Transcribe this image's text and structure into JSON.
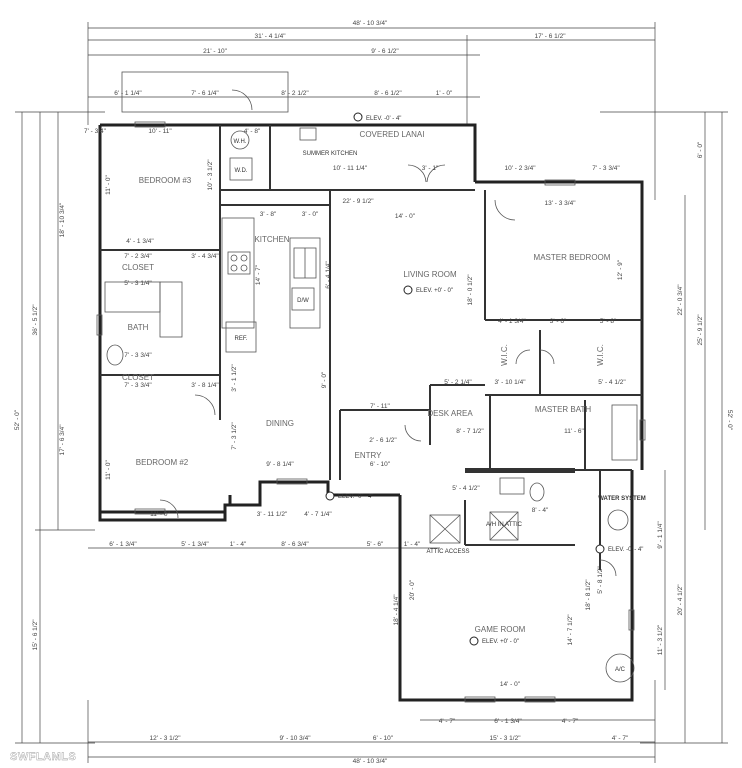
{
  "rooms": {
    "bedroom3": "BEDROOM #3",
    "closet": "CLOSET",
    "bath": "BATH",
    "closet2": "CLOSET",
    "bedroom2": "BEDROOM #2",
    "kitchen": "KITCHEN",
    "dining": "DINING",
    "living": "LIVING ROOM",
    "master_bed": "MASTER BEDROOM",
    "wic1": "W.I.C.",
    "wic2": "W.I.C.",
    "master_bath": "MASTER BATH",
    "desk": "DESK AREA",
    "entry": "ENTRY",
    "covered_lanai": "COVERED LANAI",
    "summer_kitchen": "SUMMER KITCHEN",
    "game_room": "GAME ROOM",
    "water_system": "WATER SYSTEM",
    "ah": "A/H IN ATTIC",
    "attic_access": "ATTIC ACCESS",
    "ac": "A/C",
    "wh": "W.H.",
    "wd": "W.D.",
    "ref": "REF.",
    "dw": "D/W"
  },
  "elevations": {
    "lanai": "ELEV. -0' - 4\"",
    "living": "ELEV. +0' - 0\"",
    "entry": "ELEV. -0' - 4\"",
    "game_room": "ELEV. +0' - 0\"",
    "water": "ELEV. -0' - 4\""
  },
  "dims_top": {
    "overall": "48' - 10 3/4\"",
    "left": "31' - 4 1/4\"",
    "right": "17' - 6 1/2\"",
    "a": "21' - 10\"",
    "b": "9' - 6 1/2\"",
    "c": "6' - 1 1/4\"",
    "d": "7' - 6 1/4\"",
    "e": "8' - 2 1/2\"",
    "f": "8' - 6 1/2\"",
    "g": "1' - 0\""
  },
  "dims_bottom": {
    "overall": "48' - 10 3/4\"",
    "a": "12' - 3 1/2\"",
    "b": "9' - 10 3/4\"",
    "c": "6' - 10\"",
    "d": "15' - 3 1/2\"",
    "e": "4' - 7\"",
    "f": "4' - 7\"",
    "g": "6' - 1 3/4\"",
    "h": "4' - 7\"",
    "i": "6' - 1 3/4\"",
    "j": "5' - 1 3/4\"",
    "k": "1' - 4\"",
    "l": "8' - 6 3/4\"",
    "m": "5' - 6\"",
    "n": "1' - 4\""
  },
  "dims_left": {
    "overall": "52' - 0\"",
    "a": "36' - 5 1/2\"",
    "b": "15' - 6 1/2\"",
    "c": "18' - 10 3/4\"",
    "d": "17' - 6 3/4\""
  },
  "dims_right": {
    "overall": "52' - 0\"",
    "a": "22' - 0 3/4\"",
    "b": "25' - 9 1/2\"",
    "c": "20' - 4 1/2\"",
    "d": "11' - 3 1/2\"",
    "e": "9' - 1 1/4\"",
    "f": "6' - 0\""
  },
  "dims_inner": [
    "10' - 11\"",
    "7' - 3/4\"",
    "4' - 8\"",
    "10' - 11 1/4\"",
    "3' - 1\"",
    "10' - 2 3/4\"",
    "7' - 3 3/4\"",
    "22' - 9 1/2\"",
    "14' - 0\"",
    "13' - 3 3/4\"",
    "11' - 0\"",
    "10' - 3 1/2\"",
    "3' - 8\"",
    "3' - 0\"",
    "4' - 1 3/4\"",
    "7' - 2 3/4\"",
    "12' - 9\"",
    "18' - 0 1/2\"",
    "4' - 1 3/4\"",
    "3' - 6\"",
    "5' - 8\"",
    "9' - 0\"",
    "5' - 2 1/4\"",
    "3' - 10 1/4\"",
    "5' - 4 1/2\"",
    "7' - 11\"",
    "8' - 7 1/2\"",
    "11' - 6\"",
    "11' - 0\"",
    "9' - 8 1/4\"",
    "6' - 10\"",
    "2' - 6 1/2\"",
    "5' - 4 1/2\"",
    "8' - 4\"",
    "20' - 0\"",
    "14' - 7 1/2\"",
    "14' - 0\"",
    "18' - 4 1/4\"",
    "18' - 8 1/2\"",
    "11' - 0\"",
    "3' - 11 1/2\"",
    "4' - 7 1/4\"",
    "3' - 4 3/4\"",
    "3' - 1 1/2\"",
    "7' - 3 1/2\"",
    "3' - 8 1/4\"",
    "5' - 3 1/4\"",
    "6' - 4 1/4\"",
    "14' - 7\"",
    "7' - 3 3/4\"",
    "7' - 3 3/4\"",
    "5' - 8 1/2\""
  ],
  "watermark": "SWFLAMLS"
}
